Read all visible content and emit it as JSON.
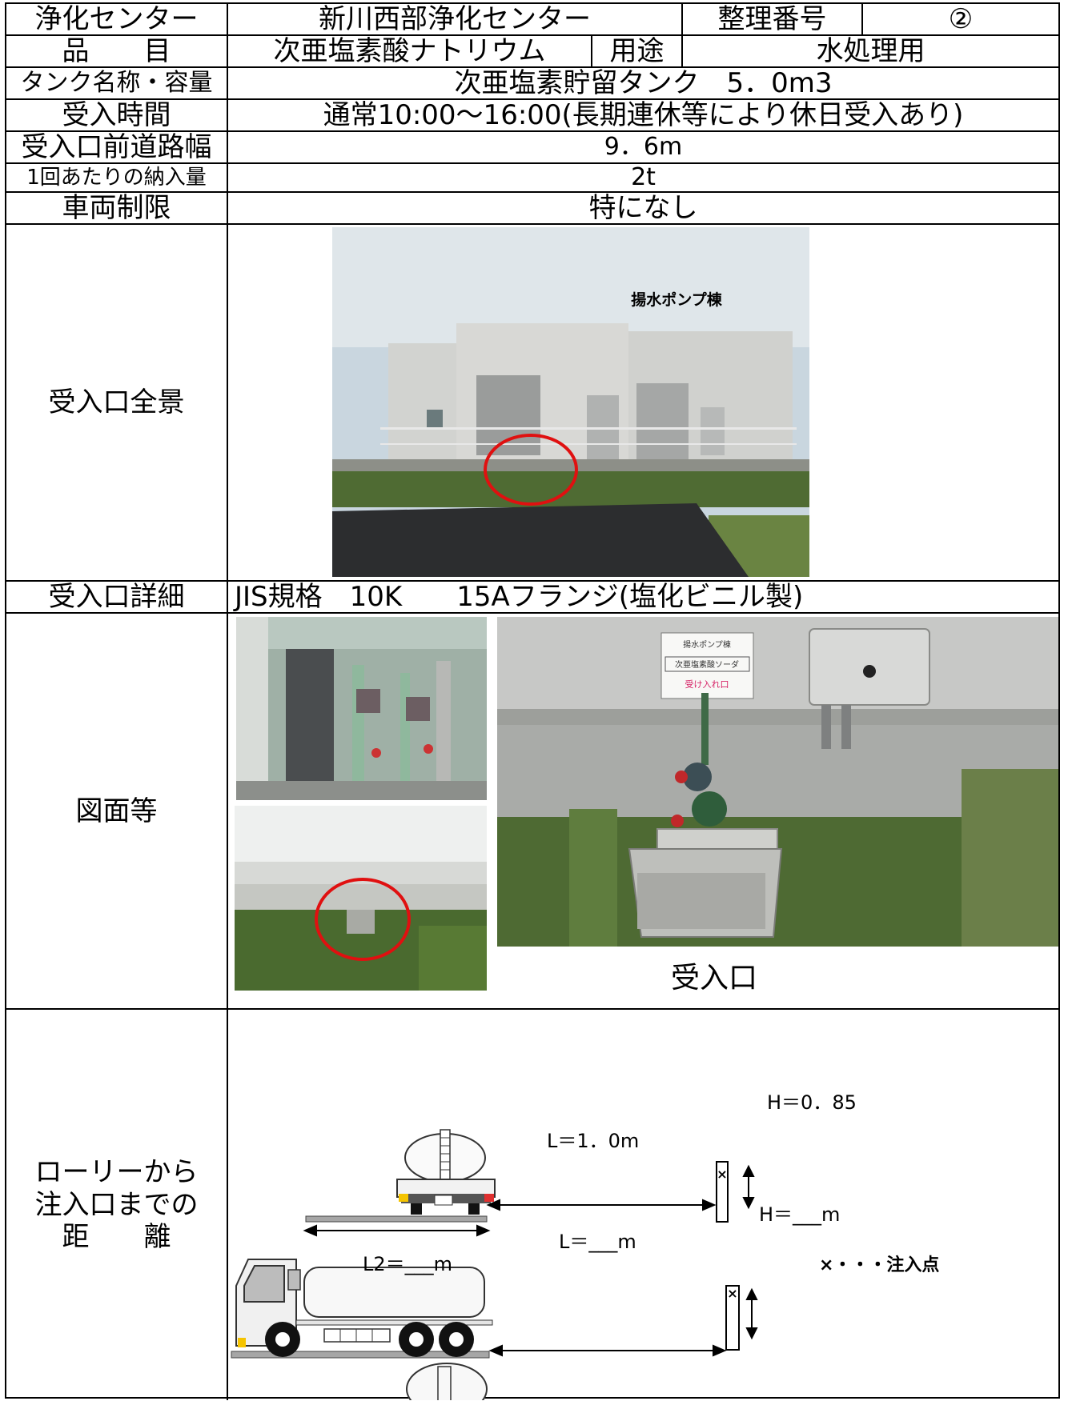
{
  "header": {
    "center_label": "浄化センター",
    "center_name": "新川西部浄化センター",
    "ref_label": "整理番号",
    "ref_value": "②"
  },
  "item": {
    "label": "品　　目",
    "value": "次亜塩素酸ナトリウム",
    "use_label": "用途",
    "use_value": "水処理用"
  },
  "tank": {
    "label": "タンク名称・容量",
    "value": "次亜塩素貯留タンク　5．0m3"
  },
  "receive_time": {
    "label": "受入時間",
    "value": "通常10:00～16:00(長期連休等により休日受入あり)"
  },
  "road_width": {
    "label": "受入口前道路幅",
    "value": "9．6m"
  },
  "delivery": {
    "label": "1回あたりの納入量",
    "value": "2t"
  },
  "vehicle": {
    "label": "車両制限",
    "value": "特になし"
  },
  "overview": {
    "label": "受入口全景",
    "building_caption": "揚水ポンプ棟"
  },
  "detail": {
    "label": "受入口詳細",
    "value": "JIS規格　10K　　15Aフランジ(塩化ビニル製)"
  },
  "drawings": {
    "label": "図面等",
    "inlet_caption": "受入口",
    "sign_line1": "揚水ポンプ棟",
    "sign_line2": "次亜塩素酸ソーダ",
    "sign_line3": "受け入れ口"
  },
  "distance": {
    "label_line1": "ローリーから",
    "label_line2": "注入口までの",
    "label_line3": "距　　離",
    "h1": "H＝0．85",
    "l1": "L＝1．0m",
    "h2": "H＝___m",
    "l2": "L＝___m",
    "l2_width": "L2＝___m",
    "legend": "×・・・注入点"
  },
  "colors": {
    "border": "#000000",
    "marker": "#e01010"
  }
}
